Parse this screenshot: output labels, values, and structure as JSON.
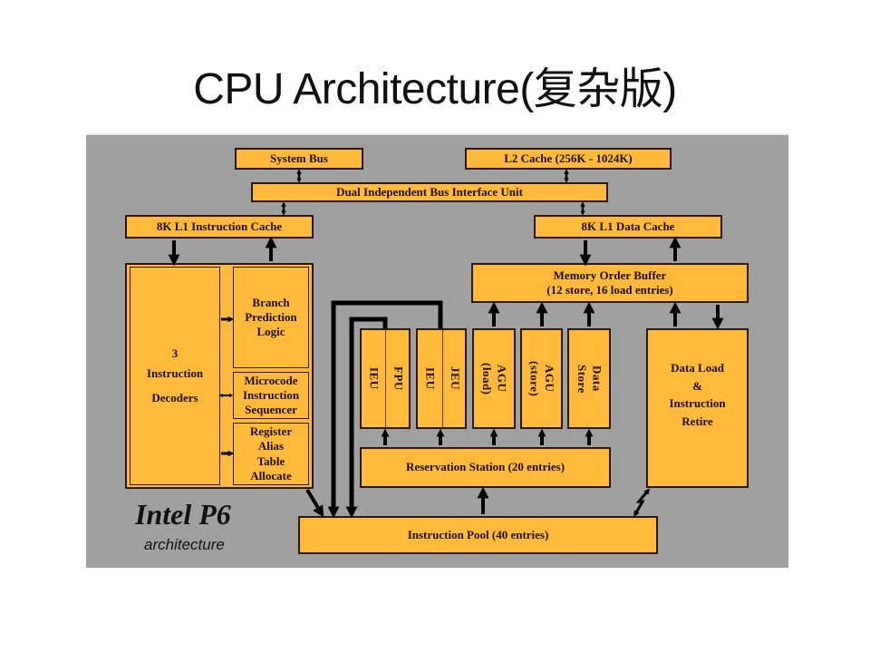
{
  "slide": {
    "title": "CPU Architecture(复杂版)"
  },
  "diagram": {
    "caption": {
      "name": "Intel P6",
      "subtitle": "architecture"
    },
    "colors": {
      "background": "#a0a0a0",
      "box_fill": "#ffba3c",
      "box_border": "#2a1a05",
      "arrow": "#000000"
    },
    "blocks": {
      "system_bus": "System Bus",
      "l2_cache": "L2 Cache (256K - 1024K)",
      "bus_interface": "Dual Independent Bus Interface Unit",
      "l1_instruction_cache": "8K L1 Instruction Cache",
      "l1_data_cache": "8K L1 Data Cache",
      "decoders": "3 Instruction Decoders",
      "decoders_lines": [
        "3",
        "Instruction",
        "Decoders"
      ],
      "branch_prediction_lines": [
        "Branch",
        "Prediction",
        "Logic"
      ],
      "microcode_lines": [
        "Microcode",
        "Instruction",
        "Sequencer"
      ],
      "register_alias_lines": [
        "Register",
        "Alias",
        "Table",
        "Allocate"
      ],
      "memory_order_buffer_lines": [
        "Memory Order Buffer",
        "(12 store, 16 load entries)"
      ],
      "exec_units": {
        "ieu_1": "IEU",
        "fpu": "FPU",
        "ieu_2": "IEU",
        "jeu": "JEU",
        "agu_load_lines": [
          "AGU",
          "(load)"
        ],
        "agu_store_lines": [
          "AGU",
          "(store)"
        ],
        "data_store_lines": [
          "Data",
          "Store"
        ]
      },
      "data_load_retire_lines": [
        "Data Load",
        "&",
        "Instruction",
        "Retire"
      ],
      "reservation_station": "Reservation Station (20 entries)",
      "instruction_pool": "Instruction Pool (40 entries)"
    }
  }
}
